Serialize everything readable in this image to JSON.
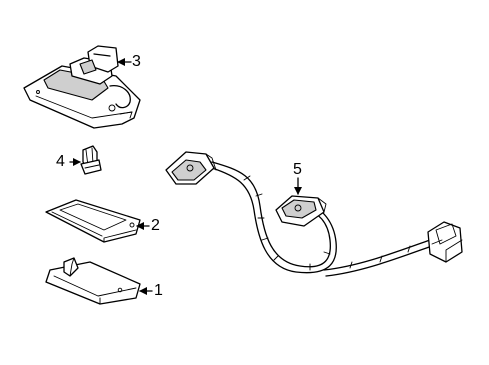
{
  "callouts": {
    "c1": "1",
    "c2": "2",
    "c3": "3",
    "c4": "4",
    "c5": "5"
  },
  "icons": [
    "arrow-left",
    "arrow-down"
  ]
}
